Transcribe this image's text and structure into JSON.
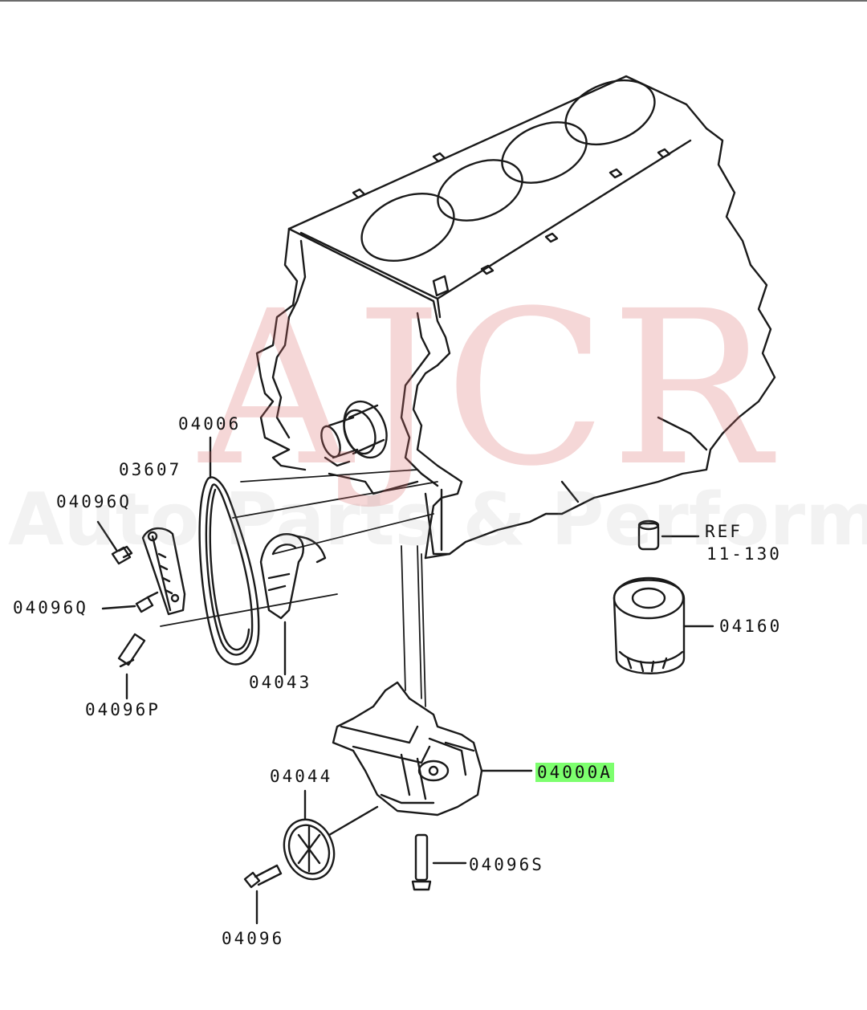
{
  "watermark": {
    "main": "AJCR",
    "sub": "Auto Parts & Performance"
  },
  "colors": {
    "highlight": "#7dff6e",
    "watermark": "#dc6e6e",
    "line": "#1a1a1a"
  },
  "callouts": {
    "p04006": "04006",
    "p03607": "03607",
    "p04096q_top": "04096Q",
    "p04096q_mid": "04096Q",
    "p04096p": "04096P",
    "p04043": "04043",
    "ref": "REF",
    "ref_page": "11-130",
    "p04160": "04160",
    "p04000a": "04000A",
    "p04044": "04044",
    "p04096s": "04096S",
    "p04096": "04096"
  }
}
